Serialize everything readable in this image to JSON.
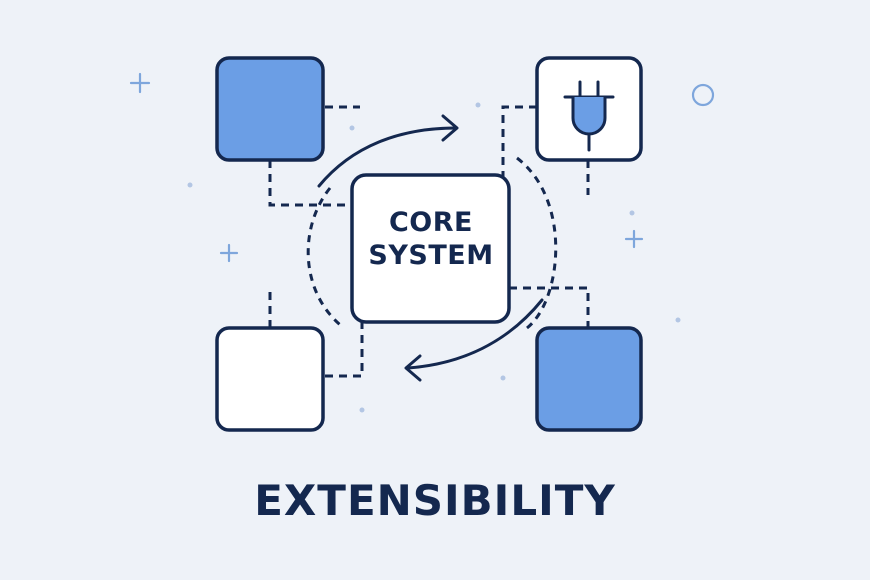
{
  "diagram": {
    "core": {
      "line1": "CORE",
      "line2": "SYSTEM"
    },
    "caption": "EXTENSIBILITY",
    "modules": [
      {
        "id": "top-left",
        "fill": "filled-blue"
      },
      {
        "id": "top-right",
        "fill": "white",
        "icon": "plug-icon"
      },
      {
        "id": "bottom-left",
        "fill": "white"
      },
      {
        "id": "bottom-right",
        "fill": "filled-blue"
      }
    ]
  },
  "colors": {
    "background": "#eef2f8",
    "stroke": "#14284f",
    "accent": "#6b9ee5",
    "white": "#ffffff",
    "decor": "#7ea6dc"
  }
}
